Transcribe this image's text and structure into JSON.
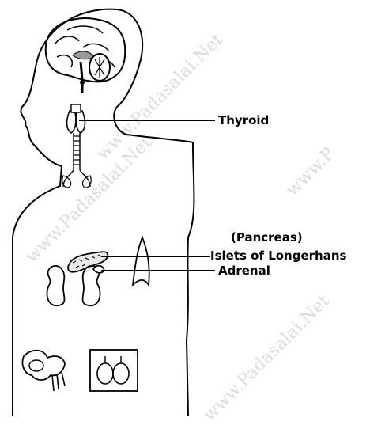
{
  "watermarks": [
    "www.Padasalai.Net",
    "www.P",
    "www.Padasalai.Net",
    "www.Padasalai.Net"
  ],
  "labels": {
    "thyroid": "Thyroid",
    "pancreas": "(Pancreas)",
    "islets": "Islets of Longerhans",
    "adrenal": "Adrenal"
  },
  "icons": [
    "brain-icon",
    "pituitary-icon",
    "thyroid-trachea-icon",
    "pancreas-icon",
    "kidney-icon",
    "adrenal-icon",
    "ovary-icon",
    "testis-icon"
  ]
}
